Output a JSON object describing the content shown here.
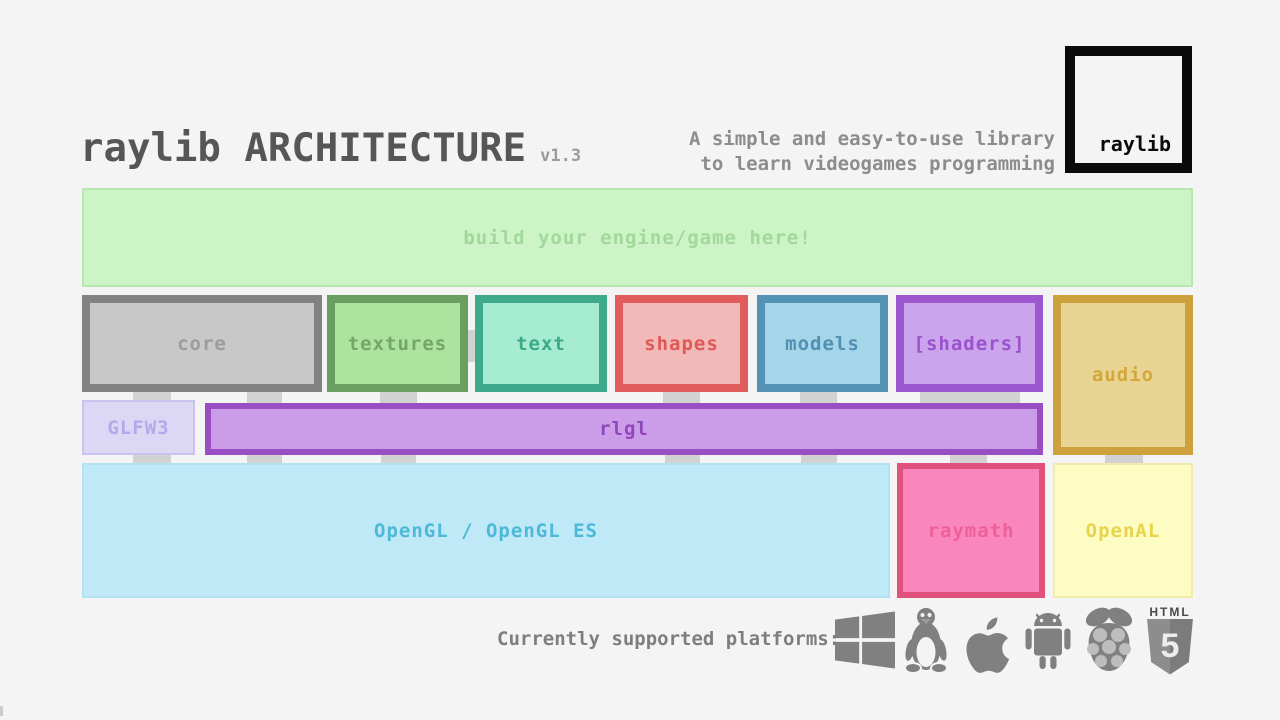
{
  "page": {
    "colors": {
      "bg": "#f4f4f4"
    }
  },
  "header": {
    "title": "raylib ARCHITECTURE",
    "version": "v1.3",
    "tagline_line1": "A simple and easy-to-use library",
    "tagline_line2": "to learn videogames programming",
    "logo_text": "raylib",
    "title_color": "#565656",
    "tagline_color": "#8c8c8c"
  },
  "banner": {
    "label": "build your engine/game here!",
    "colors": {
      "bg": "#cdf4c6",
      "border": "#b7e7af",
      "text": "#a2d89b"
    }
  },
  "modules": [
    {
      "id": "core",
      "label": "core",
      "colors": {
        "bg": "#c8c8c8",
        "border": "#828282",
        "text": "#9c9c9c"
      }
    },
    {
      "id": "textures",
      "label": "textures",
      "colors": {
        "bg": "#ace49e",
        "border": "#6a9f60",
        "text": "#74a669"
      }
    },
    {
      "id": "text",
      "label": "text",
      "colors": {
        "bg": "#a6ecd1",
        "border": "#3eaa8b",
        "text": "#3ea88a"
      }
    },
    {
      "id": "shapes",
      "label": "shapes",
      "colors": {
        "bg": "#f1b9b7",
        "border": "#e15d5c",
        "text": "#e05856"
      }
    },
    {
      "id": "models",
      "label": "models",
      "colors": {
        "bg": "#a5d5e8",
        "border": "#5493b6",
        "text": "#5290b3"
      }
    },
    {
      "id": "shaders",
      "label": "[shaders]",
      "colors": {
        "bg": "#caa4ed",
        "border": "#9d57ce",
        "text": "#9a53cc"
      }
    },
    {
      "id": "audio",
      "label": "audio",
      "colors": {
        "bg": "#e9d593",
        "border": "#cda23e",
        "text": "#d3a73a"
      }
    }
  ],
  "backends": [
    {
      "id": "glfw3",
      "label": "GLFW3",
      "colors": {
        "bg": "#dcd7f5",
        "border": "#cac3f0",
        "text": "#b4aaeb"
      }
    },
    {
      "id": "rlgl",
      "label": "rlgl",
      "colors": {
        "bg": "#cb9de8",
        "border": "#9a4ec3",
        "text": "#8f48bc"
      }
    },
    {
      "id": "opengl",
      "label": "OpenGL / OpenGL ES",
      "colors": {
        "bg": "#bfe9f6",
        "border": "#b3e3f2",
        "text": "#4cb9d9"
      }
    },
    {
      "id": "raymath",
      "label": "raymath",
      "colors": {
        "bg": "#f987bb",
        "border": "#e0517d",
        "text": "#ee5f9a"
      }
    },
    {
      "id": "openal",
      "label": "OpenAL",
      "colors": {
        "bg": "#fdfcc3",
        "border": "#f1ecab",
        "text": "#e8d44a"
      }
    }
  ],
  "connectors": {
    "colors": {
      "bg": "#d2d2d2"
    }
  },
  "platforms": {
    "label": "Currently supported platforms:",
    "label_color": "#7e7e7e",
    "icon_color": "#808080",
    "items": [
      "windows",
      "linux",
      "apple",
      "android",
      "raspberry-pi",
      "html5"
    ],
    "html5_text": "HTML",
    "html5_five": "5"
  }
}
